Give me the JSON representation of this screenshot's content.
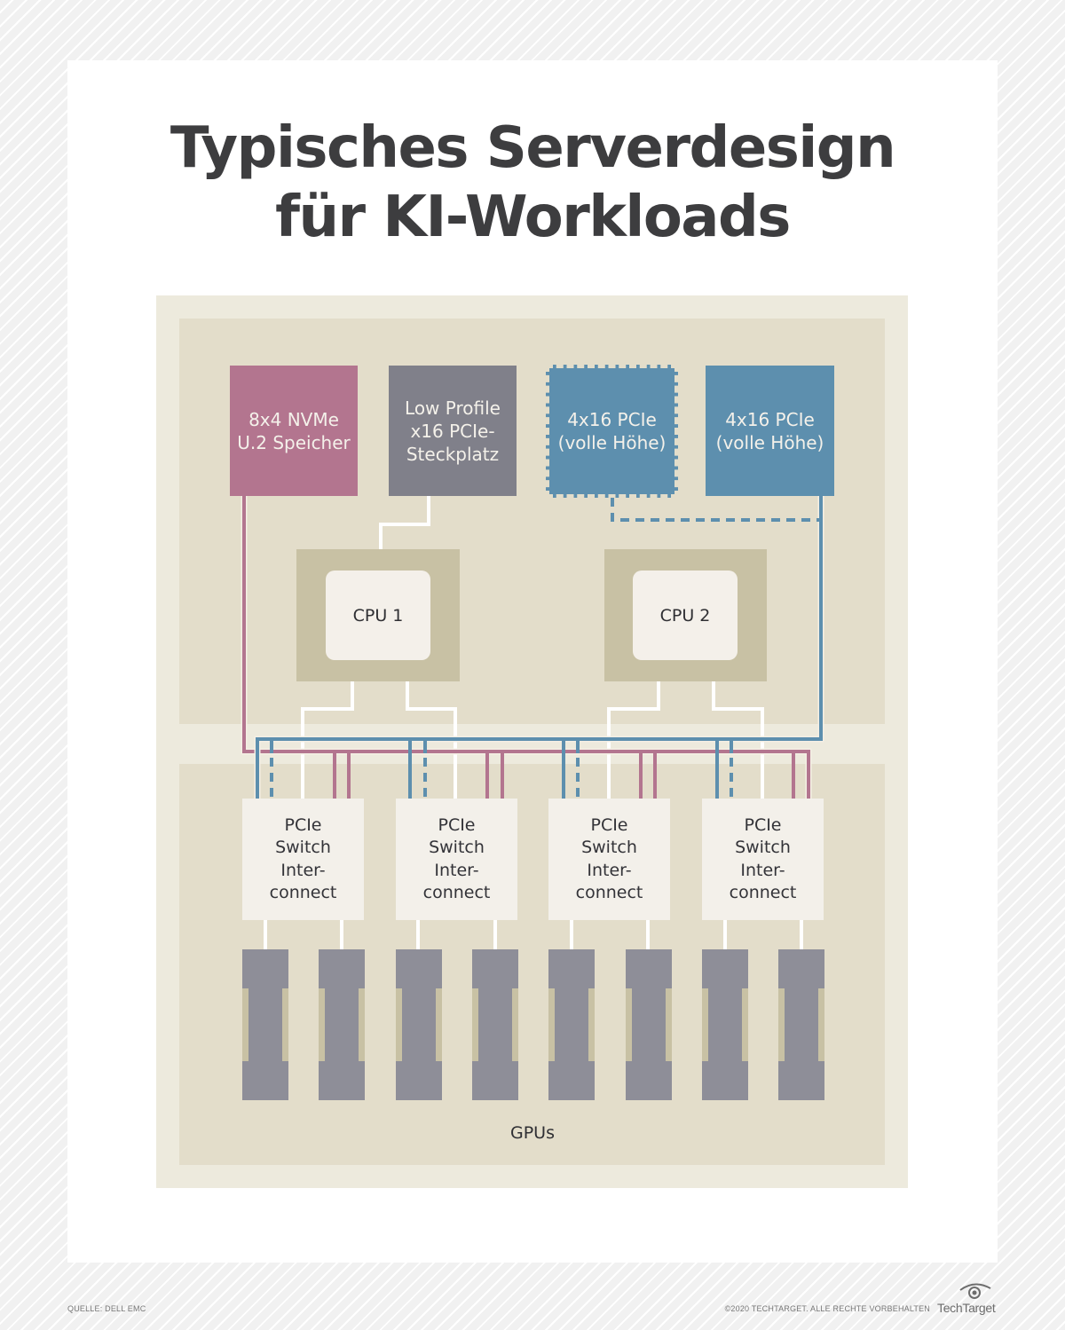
{
  "title": {
    "line1": "Typisches Serverdesign",
    "line2": "für KI-Workloads"
  },
  "components": {
    "nvme": {
      "label": "8x4 NVMe\nU.2 Speicher",
      "color": "#b3758f"
    },
    "low_profile": {
      "label": "Low Profile\nx16 PCIe-\nSteckplatz",
      "color": "#80808a"
    },
    "pcie_full_optional": {
      "label": "4x16 PCIe\n(volle Höhe)",
      "color": "#5d8fae",
      "border": "dashed"
    },
    "pcie_full": {
      "label": "4x16 PCIe\n(volle Höhe)",
      "color": "#5d8fae"
    },
    "cpu1": {
      "label": "CPU 1"
    },
    "cpu2": {
      "label": "CPU 2"
    }
  },
  "switches": [
    {
      "label": "PCIe\nSwitch\nInter-\nconnect"
    },
    {
      "label": "PCIe\nSwitch\nInter-\nconnect"
    },
    {
      "label": "PCIe\nSwitch\nInter-\nconnect"
    },
    {
      "label": "PCIe\nSwitch\nInter-\nconnect"
    }
  ],
  "gpus": {
    "label": "GPUs",
    "count": 8,
    "color": "#8e8e98"
  },
  "colors": {
    "storage_link": "#b3758f",
    "pcie_link": "#5d8fae",
    "cpu_link": "#ffffff",
    "board": "#e3ddca",
    "chassis": "#edeadd"
  },
  "footer": {
    "source": "QUELLE: DELL EMC",
    "copyright": "©2020 TECHTARGET. ALLE RECHTE VORBEHALTEN",
    "logo": "TechTarget"
  }
}
